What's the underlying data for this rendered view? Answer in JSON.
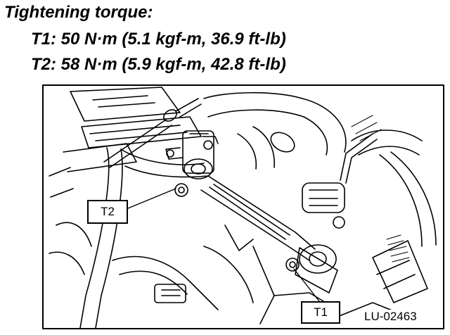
{
  "heading": "Tightening torque:",
  "specs": {
    "t1": "T1: 50 N·m (5.1 kgf-m, 36.9 ft-lb)",
    "t2": "T2: 58 N·m (5.9 kgf-m, 42.8 ft-lb)"
  },
  "callouts": {
    "t1": "T1",
    "t2": "T2"
  },
  "figure_code": "LU-02463"
}
